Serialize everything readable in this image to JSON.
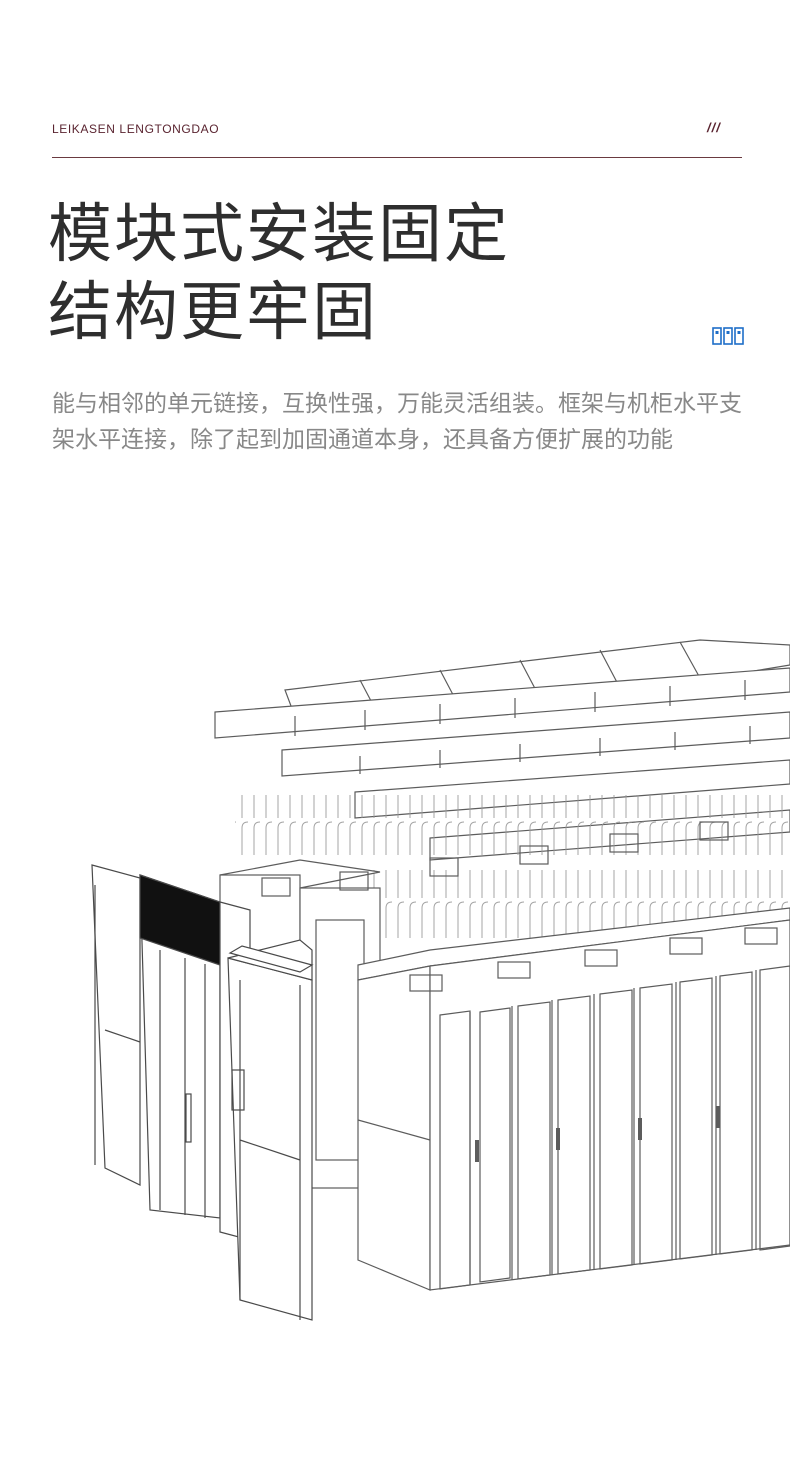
{
  "header": {
    "brand": "LEIKASEN LENGTONGDAO",
    "decor": "///"
  },
  "title": {
    "line1": "模块式安装固定",
    "line2": "结构更牢固"
  },
  "description": "能与相邻的单元链接，互换性强，万能灵活组装。框架与机柜水平支架水平连接，除了起到加固通道本身，还具备方便扩展的功能",
  "icons": {
    "title_marker": "blue-grid-icon",
    "illustration": "server-rack-aisle-illustration"
  },
  "colors": {
    "brand": "#5a2430",
    "title": "#2e2e2e",
    "body": "#888888",
    "accent": "#1e6ec8"
  }
}
